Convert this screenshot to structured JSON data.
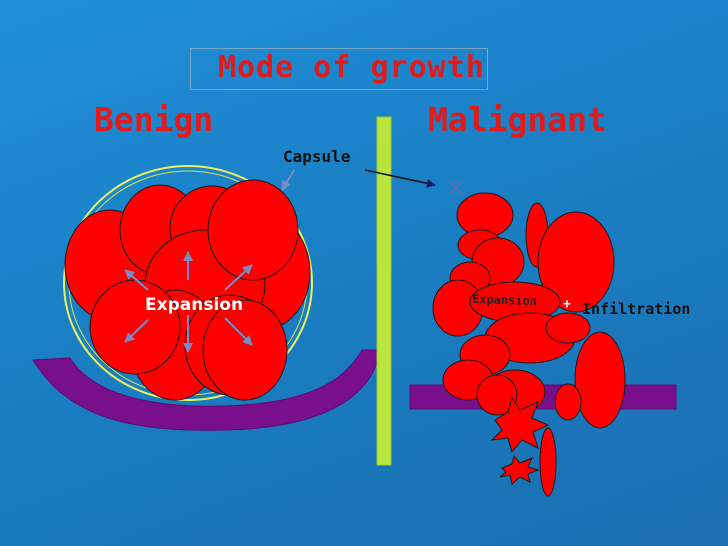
{
  "slide": {
    "title": "Mode of growth",
    "benign_label": "Benign",
    "malignant_label": "Malignant",
    "capsule_label": "Capsule",
    "benign_expansion_label": "Expansion",
    "malignant_expansion_label": "Expansion",
    "plus_sign": "+",
    "infiltration_label": "Infiltration"
  },
  "colors": {
    "background": "#1a7fc4",
    "title_red": "#e21a1a",
    "cell_red": "#ff0000",
    "membrane_purple": "#7a0f8c",
    "divider_green": "#b8e63c",
    "capsule_yellow": "#e8f060"
  }
}
